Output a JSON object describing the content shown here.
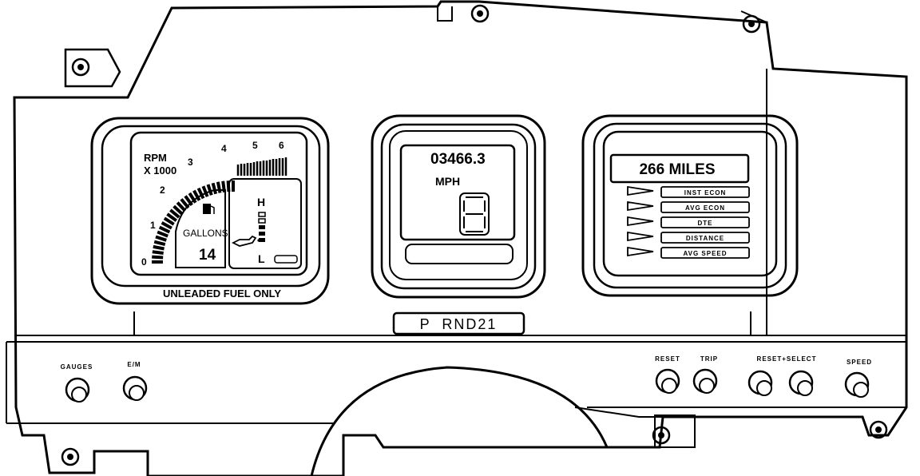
{
  "tachometer": {
    "unit_line1": "RPM",
    "unit_line2": "X 1000",
    "ticks": [
      "0",
      "1",
      "2",
      "3",
      "4",
      "5",
      "6"
    ]
  },
  "fuel_gauge": {
    "label": "GALLONS",
    "value": "14",
    "icon": "fuel-pump-icon"
  },
  "temp_gauge": {
    "high": "H",
    "low": "L",
    "icon": "oil-can-icon"
  },
  "fuel_notice": "UNLEADED FUEL ONLY",
  "speedometer": {
    "odometer": "03466.3",
    "unit": "MPH"
  },
  "gear_indicator": "P  RND21",
  "trip_computer": {
    "display": "266 MILES",
    "functions": [
      "INST ECON",
      "AVG ECON",
      "DTE",
      "DISTANCE",
      "AVG SPEED"
    ]
  },
  "controls": {
    "gauges_label": "GAUGES",
    "em_label": "E/M",
    "reset_label": "RESET",
    "trip_label": "TRIP",
    "reset_select_label": "RESET+SELECT",
    "speed_label": "SPEED"
  }
}
